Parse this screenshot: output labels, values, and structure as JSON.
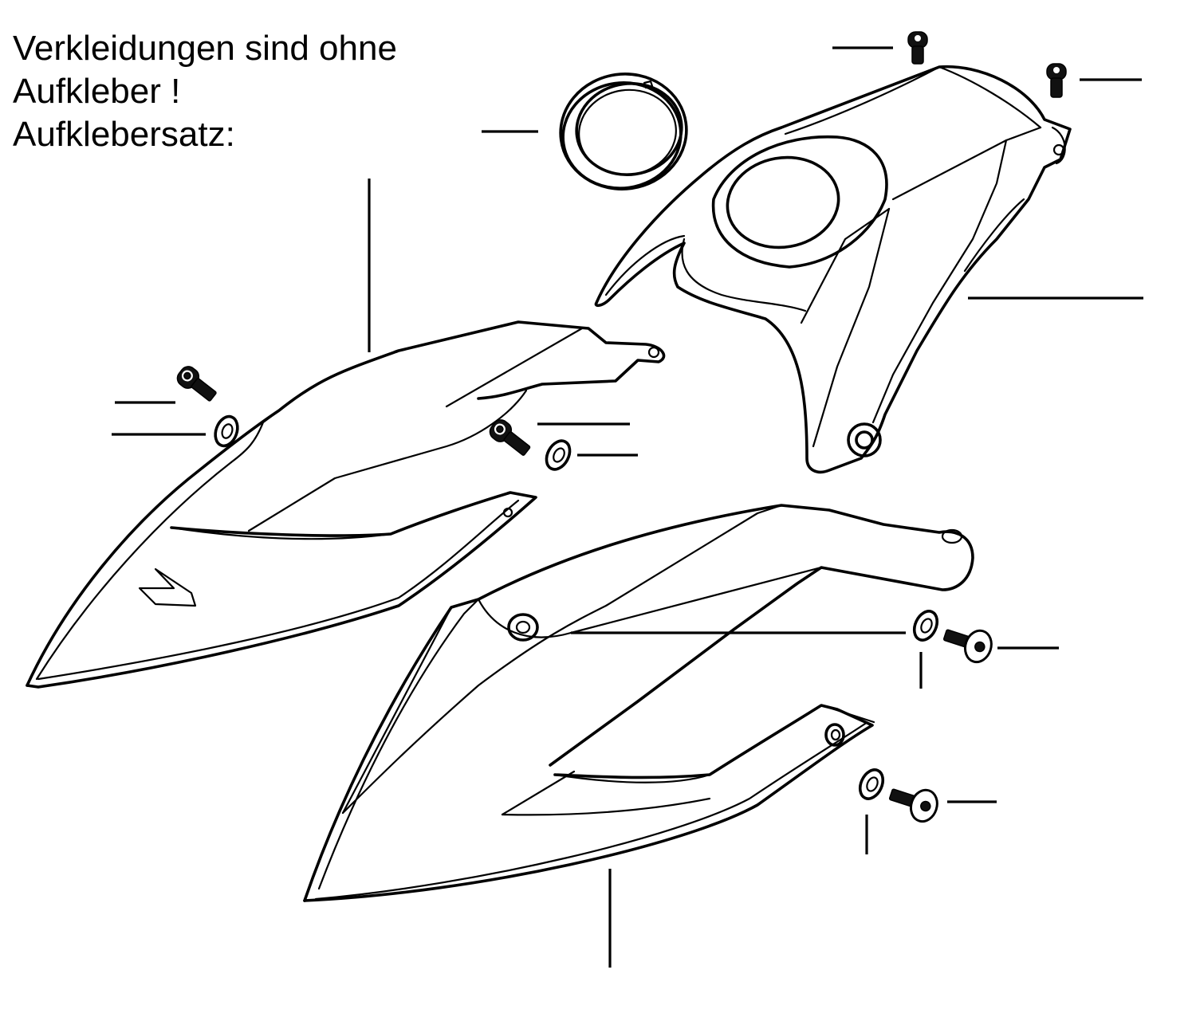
{
  "notice": {
    "line1": "Verkleidungen sind ohne",
    "line2": "Aufkleber !",
    "line3": "Aufklebersatz:"
  },
  "colors": {
    "ink": "#000000",
    "paper": "#ffffff"
  }
}
